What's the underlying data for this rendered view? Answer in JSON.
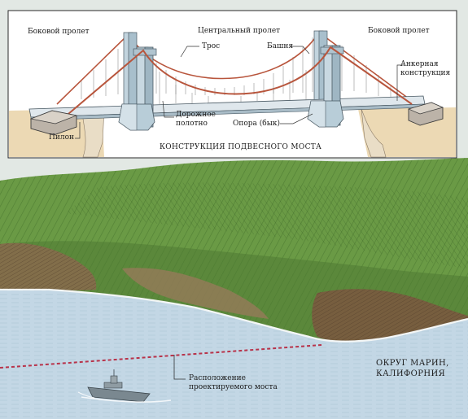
{
  "inset": {
    "caption": "КОНСТРУКЦИЯ ПОДВЕСНОГО МОСТА",
    "labels": {
      "side_span_left": "Боковой пролет",
      "central_span": "Центральный пролет",
      "side_span_right": "Боковой пролет",
      "cable": "Трос",
      "tower": "Башня",
      "anchorage": "Анкерная конструкция",
      "deck": "Дорожное полотно",
      "pier": "Опора (бык)",
      "pylon": "Пилон"
    }
  },
  "map": {
    "region": "ОКРУГ МАРИН, КАЛИФОРНИЯ",
    "proposed_bridge": "Расположение проектируемого моста"
  },
  "colors": {
    "water": "#c3d7e5",
    "land_green": "#5e8f3e",
    "cliff_brown": "#8a6a4e",
    "cable_red": "#b8553c",
    "tower_blue": "#b8cdd8",
    "sand": "#ecd9b4",
    "route_red": "#b8334a"
  }
}
